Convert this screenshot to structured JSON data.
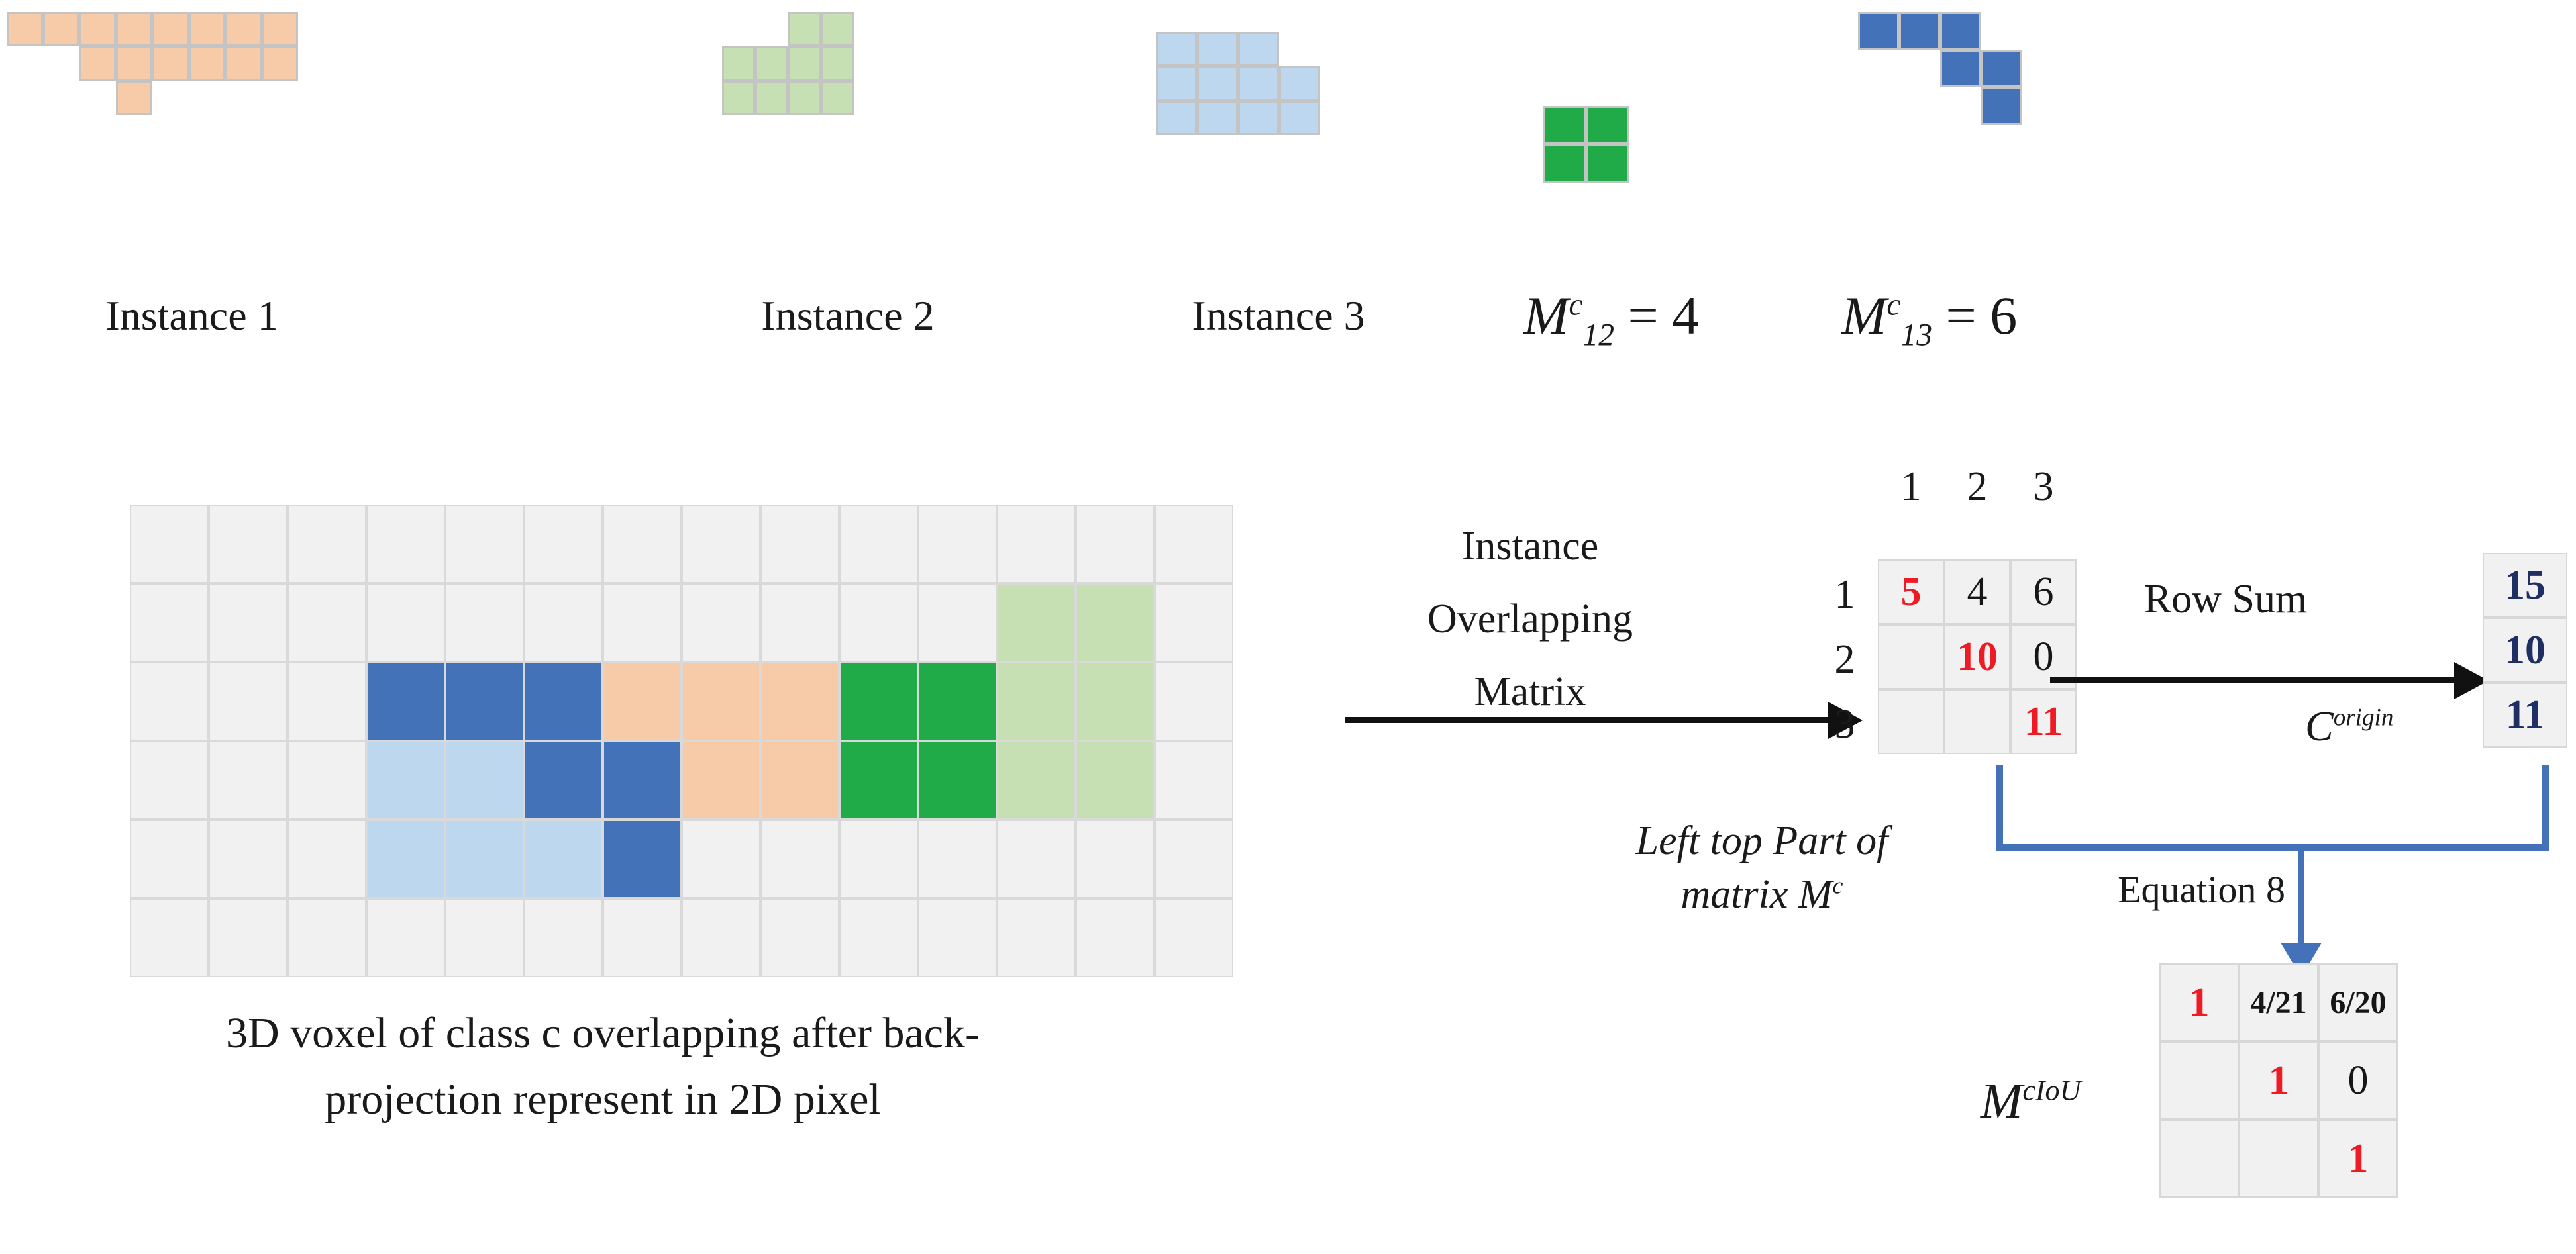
{
  "instances": [
    {
      "id": "instance-1",
      "label": "Instance 1",
      "color": "#f7cba7",
      "cells": [
        [
          0,
          0
        ],
        [
          1,
          0
        ],
        [
          2,
          0
        ],
        [
          3,
          0
        ],
        [
          4,
          0
        ],
        [
          5,
          0
        ],
        [
          6,
          0
        ],
        [
          7,
          0
        ],
        [
          2,
          1
        ],
        [
          3,
          1
        ],
        [
          4,
          1
        ],
        [
          5,
          1
        ],
        [
          6,
          1
        ],
        [
          7,
          1
        ],
        [
          3,
          2
        ]
      ]
    },
    {
      "id": "instance-2",
      "label": "Instance 2",
      "color": "#c6e0b4",
      "cells": [
        [
          2,
          0
        ],
        [
          3,
          0
        ],
        [
          0,
          1
        ],
        [
          1,
          1
        ],
        [
          2,
          1
        ],
        [
          3,
          1
        ],
        [
          0,
          2
        ],
        [
          1,
          2
        ],
        [
          2,
          2
        ],
        [
          3,
          2
        ]
      ]
    },
    {
      "id": "instance-3",
      "label": "Instance 3",
      "color": "#bdd7ee",
      "cells": [
        [
          0,
          0
        ],
        [
          1,
          0
        ],
        [
          2,
          0
        ],
        [
          0,
          1
        ],
        [
          1,
          1
        ],
        [
          2,
          1
        ],
        [
          3,
          1
        ],
        [
          0,
          2
        ],
        [
          1,
          2
        ],
        [
          2,
          2
        ],
        [
          3,
          2
        ]
      ]
    }
  ],
  "overlaps": [
    {
      "id": "m12",
      "formula_M": "M",
      "formula_sup": "c",
      "formula_sub": "12",
      "equals": "= 4",
      "value": 4,
      "color": "#21ab48",
      "cells": [
        [
          0,
          0
        ],
        [
          1,
          0
        ],
        [
          0,
          1
        ],
        [
          1,
          1
        ]
      ]
    },
    {
      "id": "m13",
      "formula_M": "M",
      "formula_sup": "c",
      "formula_sub": "13",
      "equals": "= 6",
      "value": 6,
      "color": "#4472b8",
      "cells": [
        [
          0,
          0
        ],
        [
          1,
          0
        ],
        [
          2,
          0
        ],
        [
          2,
          1
        ],
        [
          3,
          1
        ],
        [
          3,
          2
        ]
      ]
    }
  ],
  "voxel_grid": {
    "cols": 14,
    "rows": 6,
    "empty_color": "#f1f1f1",
    "colors": {
      "orange": "#f7cba7",
      "light_green": "#c6e0b4",
      "light_blue": "#bdd7ee",
      "dark_green": "#21ab48",
      "dark_blue": "#4472b8"
    },
    "painted": [
      {
        "c": 11,
        "r": 1,
        "color": "light_green"
      },
      {
        "c": 12,
        "r": 1,
        "color": "light_green"
      },
      {
        "c": 3,
        "r": 2,
        "color": "dark_blue"
      },
      {
        "c": 4,
        "r": 2,
        "color": "dark_blue"
      },
      {
        "c": 5,
        "r": 2,
        "color": "dark_blue"
      },
      {
        "c": 6,
        "r": 2,
        "color": "orange"
      },
      {
        "c": 7,
        "r": 2,
        "color": "orange"
      },
      {
        "c": 8,
        "r": 2,
        "color": "orange"
      },
      {
        "c": 9,
        "r": 2,
        "color": "dark_green"
      },
      {
        "c": 10,
        "r": 2,
        "color": "dark_green"
      },
      {
        "c": 11,
        "r": 2,
        "color": "light_green"
      },
      {
        "c": 12,
        "r": 2,
        "color": "light_green"
      },
      {
        "c": 3,
        "r": 3,
        "color": "light_blue"
      },
      {
        "c": 4,
        "r": 3,
        "color": "light_blue"
      },
      {
        "c": 5,
        "r": 3,
        "color": "dark_blue"
      },
      {
        "c": 6,
        "r": 3,
        "color": "dark_blue"
      },
      {
        "c": 7,
        "r": 3,
        "color": "orange"
      },
      {
        "c": 8,
        "r": 3,
        "color": "orange"
      },
      {
        "c": 9,
        "r": 3,
        "color": "dark_green"
      },
      {
        "c": 10,
        "r": 3,
        "color": "dark_green"
      },
      {
        "c": 11,
        "r": 3,
        "color": "light_green"
      },
      {
        "c": 12,
        "r": 3,
        "color": "light_green"
      },
      {
        "c": 3,
        "r": 4,
        "color": "light_blue"
      },
      {
        "c": 4,
        "r": 4,
        "color": "light_blue"
      },
      {
        "c": 5,
        "r": 4,
        "color": "light_blue"
      },
      {
        "c": 6,
        "r": 4,
        "color": "dark_blue"
      }
    ]
  },
  "voxel_caption": {
    "line1": "3D voxel of class c overlapping after back-",
    "line2": "projection represent in 2D pixel"
  },
  "flow": {
    "instance_overlapping_matrix": [
      "Instance",
      "Overlapping",
      "Matrix"
    ],
    "row_sum_label": "Row Sum",
    "equation_label": "Equation 8",
    "left_top_caption_line1": "Left top Part of",
    "left_top_caption_line2_pre": "matrix ",
    "left_top_caption_M": "M",
    "left_top_caption_sup": "c"
  },
  "matrix_M": {
    "col_headers": [
      "1",
      "2",
      "3"
    ],
    "row_headers": [
      "1",
      "2",
      "3"
    ],
    "rows": [
      [
        {
          "v": "5",
          "style": "red"
        },
        {
          "v": "4",
          "style": "blk"
        },
        {
          "v": "6",
          "style": "blk"
        }
      ],
      [
        {
          "v": "",
          "style": "blk"
        },
        {
          "v": "10",
          "style": "red"
        },
        {
          "v": "0",
          "style": "blk"
        }
      ],
      [
        {
          "v": "",
          "style": "blk"
        },
        {
          "v": "",
          "style": "blk"
        },
        {
          "v": "11",
          "style": "red"
        }
      ]
    ]
  },
  "row_sum": {
    "values": [
      "15",
      "10",
      "11"
    ],
    "label_C": "C",
    "label_sup": "origin"
  },
  "matrix_ciou": {
    "label_M": "M",
    "label_sup": "cIoU",
    "rows": [
      [
        {
          "v": "1",
          "style": "red"
        },
        {
          "v": "4/21",
          "style": "frac"
        },
        {
          "v": "6/20",
          "style": "frac"
        }
      ],
      [
        {
          "v": "",
          "style": "blk"
        },
        {
          "v": "1",
          "style": "red"
        },
        {
          "v": "0",
          "style": "blk"
        }
      ],
      [
        {
          "v": "",
          "style": "blk"
        },
        {
          "v": "",
          "style": "blk"
        },
        {
          "v": "1",
          "style": "red"
        }
      ]
    ]
  }
}
